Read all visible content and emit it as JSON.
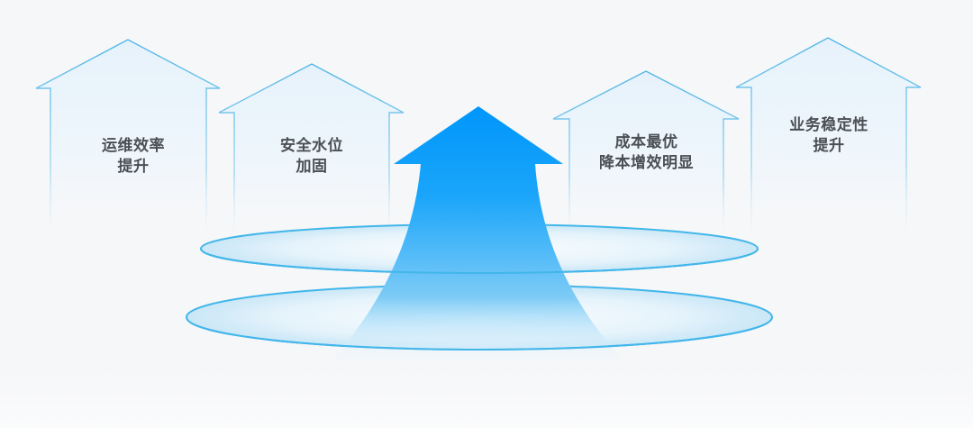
{
  "houses": [
    {
      "line1": "运维效率",
      "line2": "提升"
    },
    {
      "line1": "安全水位",
      "line2": "加固"
    },
    {
      "line1": "成本最优",
      "line2": "降本增效明显"
    },
    {
      "line1": "业务稳定性",
      "line2": "提升"
    }
  ],
  "colors": {
    "background": "#f6f7f9",
    "house_stroke": "#5fbfe6",
    "house_fill_top": "#e8f3fb",
    "arrow_top": "#0099ff",
    "arrow_bottom": "#cde9fb",
    "ring_stroke": "#42b6ea",
    "label_text": "#4a4f55"
  },
  "icons": {
    "growth_arrow": "up-arrow-icon",
    "house": "house-shape"
  }
}
